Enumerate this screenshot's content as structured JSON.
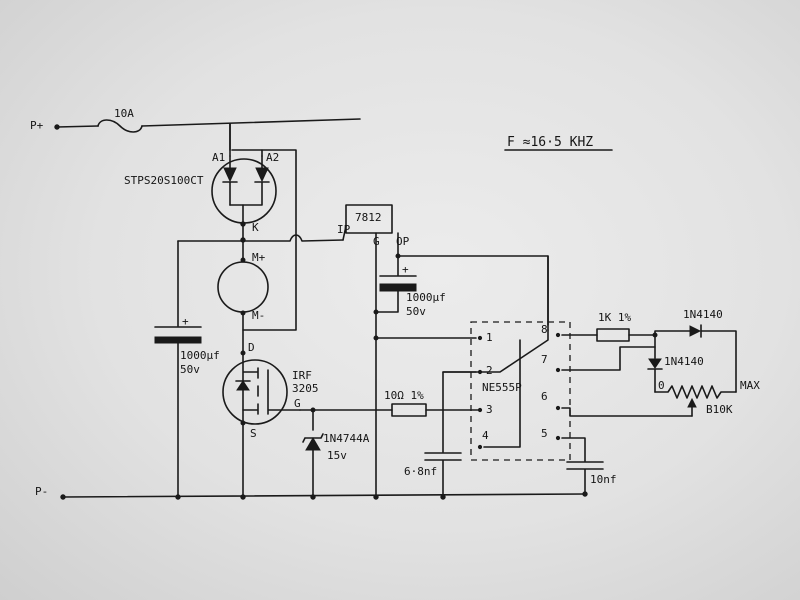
{
  "labels": {
    "p_plus": "P+",
    "p_minus": "P-",
    "fuse": "10A",
    "diode_part": "STPS20S100CT",
    "a1": "A1",
    "a2": "A2",
    "k": "K",
    "m_plus": "M+",
    "m_minus": "M-",
    "cap_main_plus": "+",
    "cap_main_val": "1000μf",
    "cap_main_volt": "50v",
    "d": "D",
    "g": "G",
    "s": "S",
    "mosfet_1": "IRF",
    "mosfet_2": "3205",
    "zener_part": "1N4744A",
    "zener_volt": "15v",
    "reg": "7812",
    "reg_ip": "IP",
    "reg_g": "G",
    "reg_op": "OP",
    "cap_reg_plus": "+",
    "cap_reg_val": "1000μf",
    "cap_reg_volt": "50v",
    "res_gate": "10Ω 1%",
    "cap_timing": "6·8nf",
    "ic": "NE555P",
    "pin1": "1",
    "pin2": "2",
    "pin3": "3",
    "pin4": "4",
    "pin5": "5",
    "pin6": "6",
    "pin7": "7",
    "pin8": "8",
    "res_1k": "1K 1%",
    "diode_a": "1N4140",
    "diode_b": "1N4140",
    "pot": "B10K",
    "pot_max": "MAX",
    "pot_zero": "0",
    "cap_ctrl": "10nf",
    "freq": "F ≈16·5 KHZ"
  }
}
